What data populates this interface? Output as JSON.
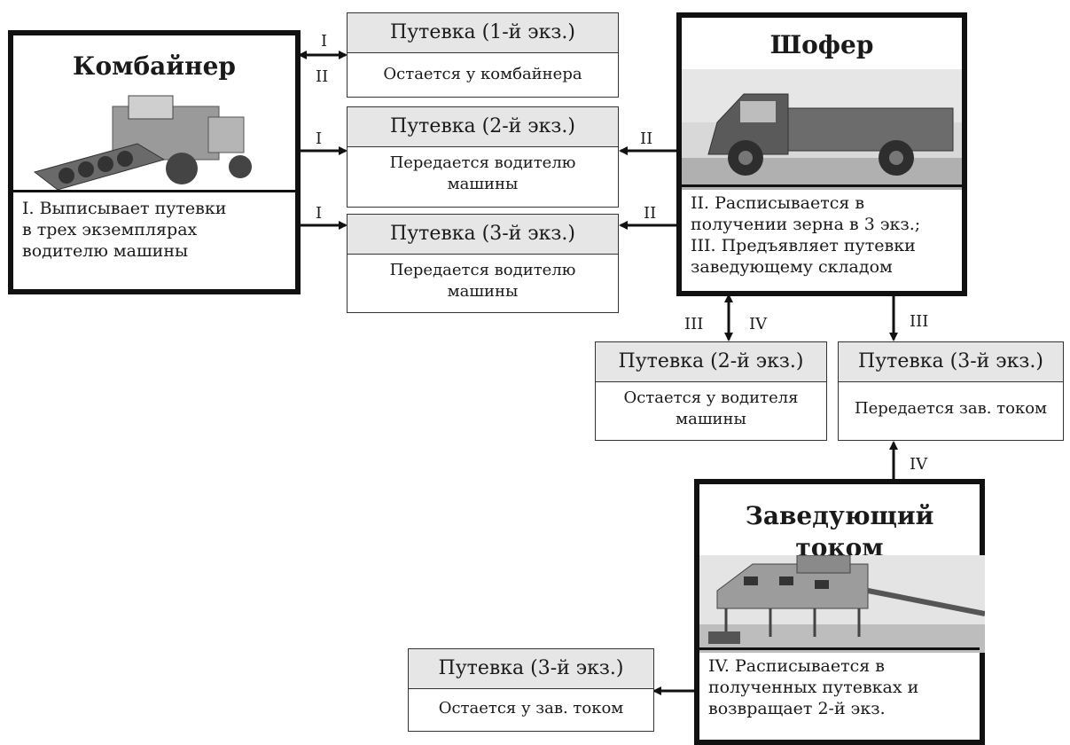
{
  "actors": {
    "kombainer": {
      "title": "Комбайнер",
      "desc_lines": [
        "I. Выписывает путевки",
        "в   трех экземплярах",
        "водителю машины"
      ]
    },
    "shofer": {
      "title": "Шофер",
      "desc_lines": [
        "II. Расписывается в",
        "получении зерна в 3 экз.;",
        "III. Предъявляет путевки",
        "заведующему складом"
      ]
    },
    "zaveduyushchiy": {
      "title_lines": [
        "Заведующий",
        "током"
      ],
      "desc_lines": [
        "IV. Расписывается в",
        "полученных путевках и",
        "возвращает  2-й экз."
      ]
    }
  },
  "documents": {
    "doc1": {
      "head": "Путевка (1-й экз.)",
      "body": [
        "Остается у комбайнера"
      ]
    },
    "doc2": {
      "head": "Путевка (2-й экз.)",
      "body": [
        "Передается водителю",
        "машины"
      ]
    },
    "doc3": {
      "head": "Путевка (3-й экз.)",
      "body": [
        "Передается водителю",
        "машины"
      ]
    },
    "doc4": {
      "head": "Путевка (2-й экз.)",
      "body": [
        "Остается у водителя",
        "машины"
      ]
    },
    "doc5": {
      "head": "Путевка (3-й экз.)",
      "body": [
        "Передается зав. током"
      ]
    },
    "doc6": {
      "head": "Путевка (3-й экз.)",
      "body": [
        "Остается у зав. током"
      ]
    }
  },
  "arrow_labels": {
    "k_doc1_top": "I",
    "k_doc1_bottom": "II",
    "k_doc2": "I",
    "k_doc3": "I",
    "s_doc2": "II",
    "s_doc3": "II",
    "s_doc4_left": "III",
    "s_doc4_right": "IV",
    "s_doc5": "III",
    "z_doc5": "IV"
  }
}
